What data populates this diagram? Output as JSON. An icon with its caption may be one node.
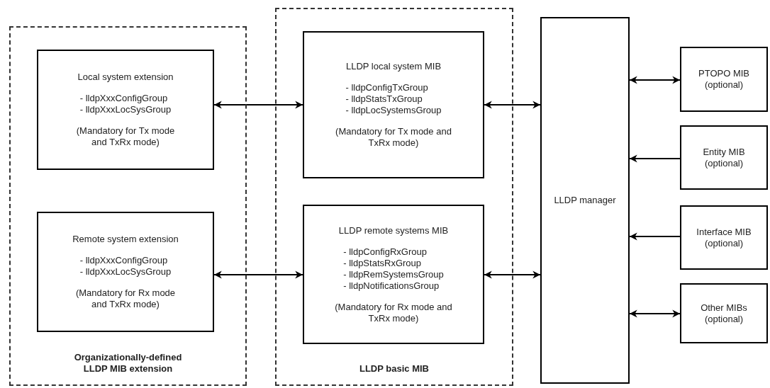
{
  "diagram": {
    "nodes": [
      {
        "text": [
          "Organizationally-defined LLDP MIB extension"
        ]
      },
      {
        "text": [
          "Local system extension",
          "- lldpXxxConfigGroup",
          "- lldpXxxLocSysGroup",
          "(Mandatory for Tx mode and TxRx mode)"
        ],
        "in": 0
      },
      {
        "text": [
          "Remote system extension",
          "- lldpXxxConfigGroup",
          "- lldpXxxLocSysGroup",
          "(Mandatory for Rx mode and TxRx mode)"
        ],
        "in": 0
      },
      {
        "text": [
          "LLDP basic MIB"
        ]
      },
      {
        "text": [
          "LLDP local system MIB",
          "- lldpConfigTxGroup",
          "- lldpStatsTxGroup",
          "- lldpLocSystemsGroup",
          "(Mandatory for Tx mode and TxRx mode)"
        ],
        "in": 3
      },
      {
        "text": [
          "LLDP remote systems MIB",
          "- lldpConfigRxGroup",
          "- lldpStatsRxGroup",
          "- lldpRemSystemsGroup",
          "- lldpNotificationsGroup",
          "(Mandatory for Rx mode and TxRx mode)"
        ],
        "in": 3
      },
      {
        "text": [
          "LLDP manager"
        ]
      },
      {
        "text": [
          "PTOPO MIB (optional)"
        ]
      },
      {
        "text": [
          "Entity MIB (optional)"
        ]
      },
      {
        "text": [
          "Interface MIB (optional)"
        ]
      },
      {
        "text": [
          "Other MIBs (optional)"
        ]
      }
    ],
    "edges": [
      {
        "from": 1,
        "to": 4,
        "arrow": "both"
      },
      {
        "from": 2,
        "to": 5,
        "arrow": "both"
      },
      {
        "from": 4,
        "to": 6,
        "arrow": "both"
      },
      {
        "from": 5,
        "to": 6,
        "arrow": "both"
      },
      {
        "from": 6,
        "to": 7,
        "arrow": "both"
      },
      {
        "from": 8,
        "to": 6,
        "arrow": "to"
      },
      {
        "from": 9,
        "to": 6,
        "arrow": "to"
      },
      {
        "from": 6,
        "to": 10,
        "arrow": "both"
      }
    ]
  }
}
